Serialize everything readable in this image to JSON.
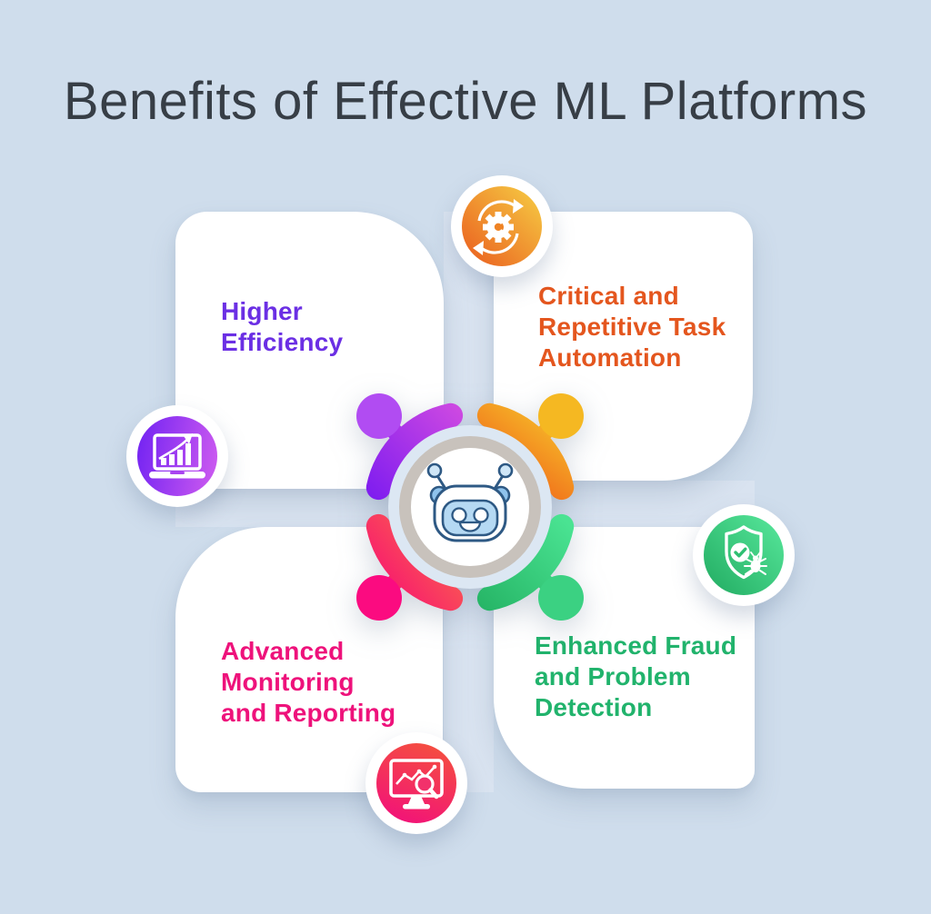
{
  "title": "Benefits of Effective ML Platforms",
  "benefits": [
    {
      "id": "higher-efficiency",
      "position": "top-left",
      "lines": [
        "Higher",
        "Efficiency"
      ],
      "text_color": "#6b2fe4",
      "icon": "laptop-growth-chart-icon",
      "icon_colors": [
        "#7022f2",
        "#d05cf0"
      ]
    },
    {
      "id": "critical-repetitive-task-automation",
      "position": "top-right",
      "lines": [
        "Critical and",
        "Repetitive Task",
        "Automation"
      ],
      "text_color": "#e4561e",
      "icon": "gear-sync-arrows-icon",
      "icon_colors": [
        "#ea5b1e",
        "#f6cf44"
      ]
    },
    {
      "id": "advanced-monitoring-reporting",
      "position": "bottom-left",
      "lines": [
        "Advanced",
        "Monitoring",
        "and Reporting"
      ],
      "text_color": "#ee127b",
      "icon": "monitor-chart-magnifier-icon",
      "icon_colors": [
        "#f5543a",
        "#f20d7e"
      ]
    },
    {
      "id": "enhanced-fraud-problem-detection",
      "position": "bottom-right",
      "lines": [
        "Enhanced Fraud",
        "and Problem",
        "Detection"
      ],
      "text_color": "#21b36c",
      "icon": "shield-check-bug-icon",
      "icon_colors": [
        "#21ab61",
        "#58e89c"
      ]
    }
  ],
  "center": {
    "icon": "robot-face-icon",
    "ring_colors": {
      "purple_arc": [
        "#d84fe0",
        "#7417f1"
      ],
      "orange_arc": [
        "#ed4214",
        "#f7c62a"
      ],
      "pink_arc": [
        "#fa8140",
        "#f80c74"
      ],
      "green_arc": [
        "#4ae392",
        "#27b667"
      ]
    },
    "node_colors": {
      "purple": "#b14cf2",
      "orange": "#f5b822",
      "pink": "#fb0b80",
      "green": "#3bd182"
    }
  },
  "palette": {
    "background": "#cfddec",
    "channel": "#d9e3f0",
    "card": "#ffffff",
    "title_color": "#373e46",
    "hub_gray_ring": "#c8c2bc",
    "hub_blue_disc": "#dce7f3",
    "robot_outline": "#2e5984",
    "robot_face_blue": "#b5d9f3"
  }
}
